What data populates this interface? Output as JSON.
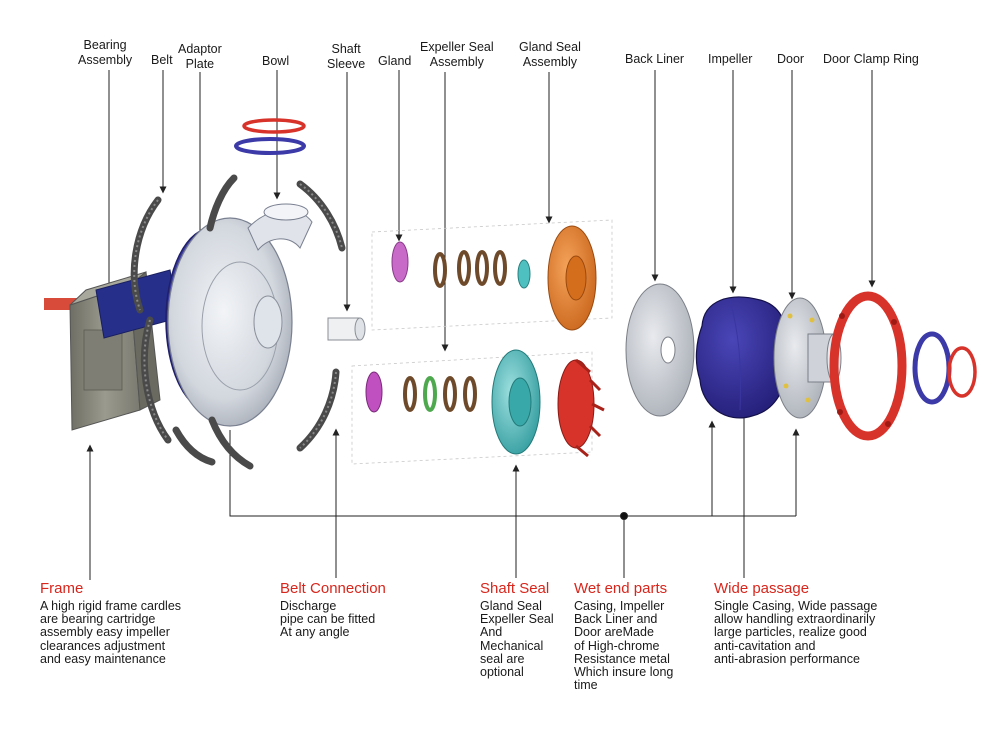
{
  "part_labels": [
    {
      "id": "bearing",
      "lines": [
        "Bearing",
        "Assembly"
      ]
    },
    {
      "id": "belt",
      "lines": [
        "Belt"
      ]
    },
    {
      "id": "adaptor",
      "lines": [
        "Adaptor",
        "Plate"
      ]
    },
    {
      "id": "bowl",
      "lines": [
        "Bowl"
      ]
    },
    {
      "id": "shaft_sleeve",
      "lines": [
        "Shaft",
        "Sleeve"
      ]
    },
    {
      "id": "gland",
      "lines": [
        "Gland"
      ]
    },
    {
      "id": "expeller",
      "lines": [
        "Expeller Seal",
        "Assembly"
      ]
    },
    {
      "id": "gland_seal",
      "lines": [
        "Gland Seal",
        "Assembly"
      ]
    },
    {
      "id": "back_liner",
      "lines": [
        "Back Liner"
      ]
    },
    {
      "id": "impeller",
      "lines": [
        "Impeller"
      ]
    },
    {
      "id": "door",
      "lines": [
        "Door"
      ]
    },
    {
      "id": "door_clamp",
      "lines": [
        "Door Clamp Ring"
      ]
    }
  ],
  "features": [
    {
      "id": "frame",
      "title": "Frame",
      "body": "A high rigid frame cardles\nare bearing cartridge\nassembly easy impeller\nclearances adjustment\nand easy maintenance"
    },
    {
      "id": "belt",
      "title": "Belt Connection",
      "body": "Discharge\npipe can be fitted\nAt any angle"
    },
    {
      "id": "shaft_seal",
      "title": "Shaft Seal",
      "body": "Gland Seal\nExpeller Seal\nAnd\nMechanical\nseal are\noptional"
    },
    {
      "id": "wet_end",
      "title": "Wet end parts",
      "body": "Casing, Impeller\nBack Liner and\nDoor areMade\nof High-chrome\nResistance metal\nWhich insure long\ntime"
    },
    {
      "id": "wide",
      "title": "Wide passage",
      "body": "Single Casing, Wide passage\nallow handling extraordinarily\nlarge particles, realize good\nanti-cavitation and\nanti-abrasion performance"
    }
  ],
  "colors": {
    "title_red": "#d9261c",
    "frame_grey": "#8c8c80",
    "casing_grey": "#d4d9e0",
    "liner_grey": "#c8ccd2",
    "impeller_blue": "#2e2a8c",
    "clamp_red": "#d8332a",
    "gland_orange": "#e07a22",
    "expeller_teal": "#3fb3b3",
    "gland_pink": "#c86ac8",
    "seal_brown": "#6e4a2a",
    "seal_green": "#4ea84e",
    "shaft_red": "#d84a3a",
    "clamp_dark": "#4a4a4a"
  }
}
